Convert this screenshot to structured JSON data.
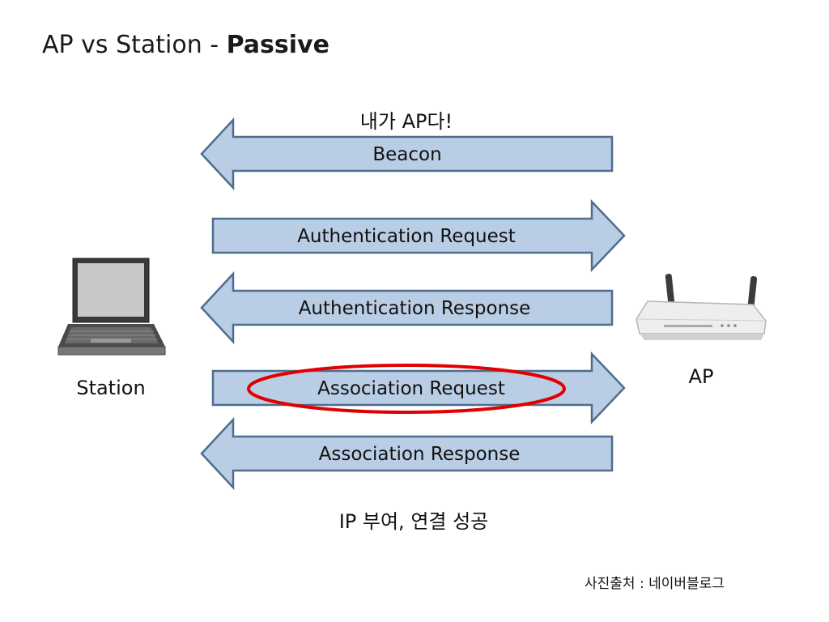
{
  "title": {
    "main": "AP vs Station - ",
    "bold": "Passive"
  },
  "diagram": {
    "top_caption": "내가 AP다!",
    "messages": [
      {
        "label": "Beacon",
        "direction": "left"
      },
      {
        "label": "Authentication Request",
        "direction": "right"
      },
      {
        "label": "Authentication Response",
        "direction": "left"
      },
      {
        "label": "Association Request",
        "direction": "right",
        "highlighted": true
      },
      {
        "label": "Association Response",
        "direction": "left"
      }
    ],
    "station_label": "Station",
    "ap_label": "AP",
    "bottom_caption": "IP 부여, 연결 성공",
    "colors": {
      "arrow_fill": "#b9cde5",
      "arrow_stroke": "#4f6d8f",
      "highlight": "#e00000"
    }
  },
  "source": "사진출처 : 네이버블로그"
}
